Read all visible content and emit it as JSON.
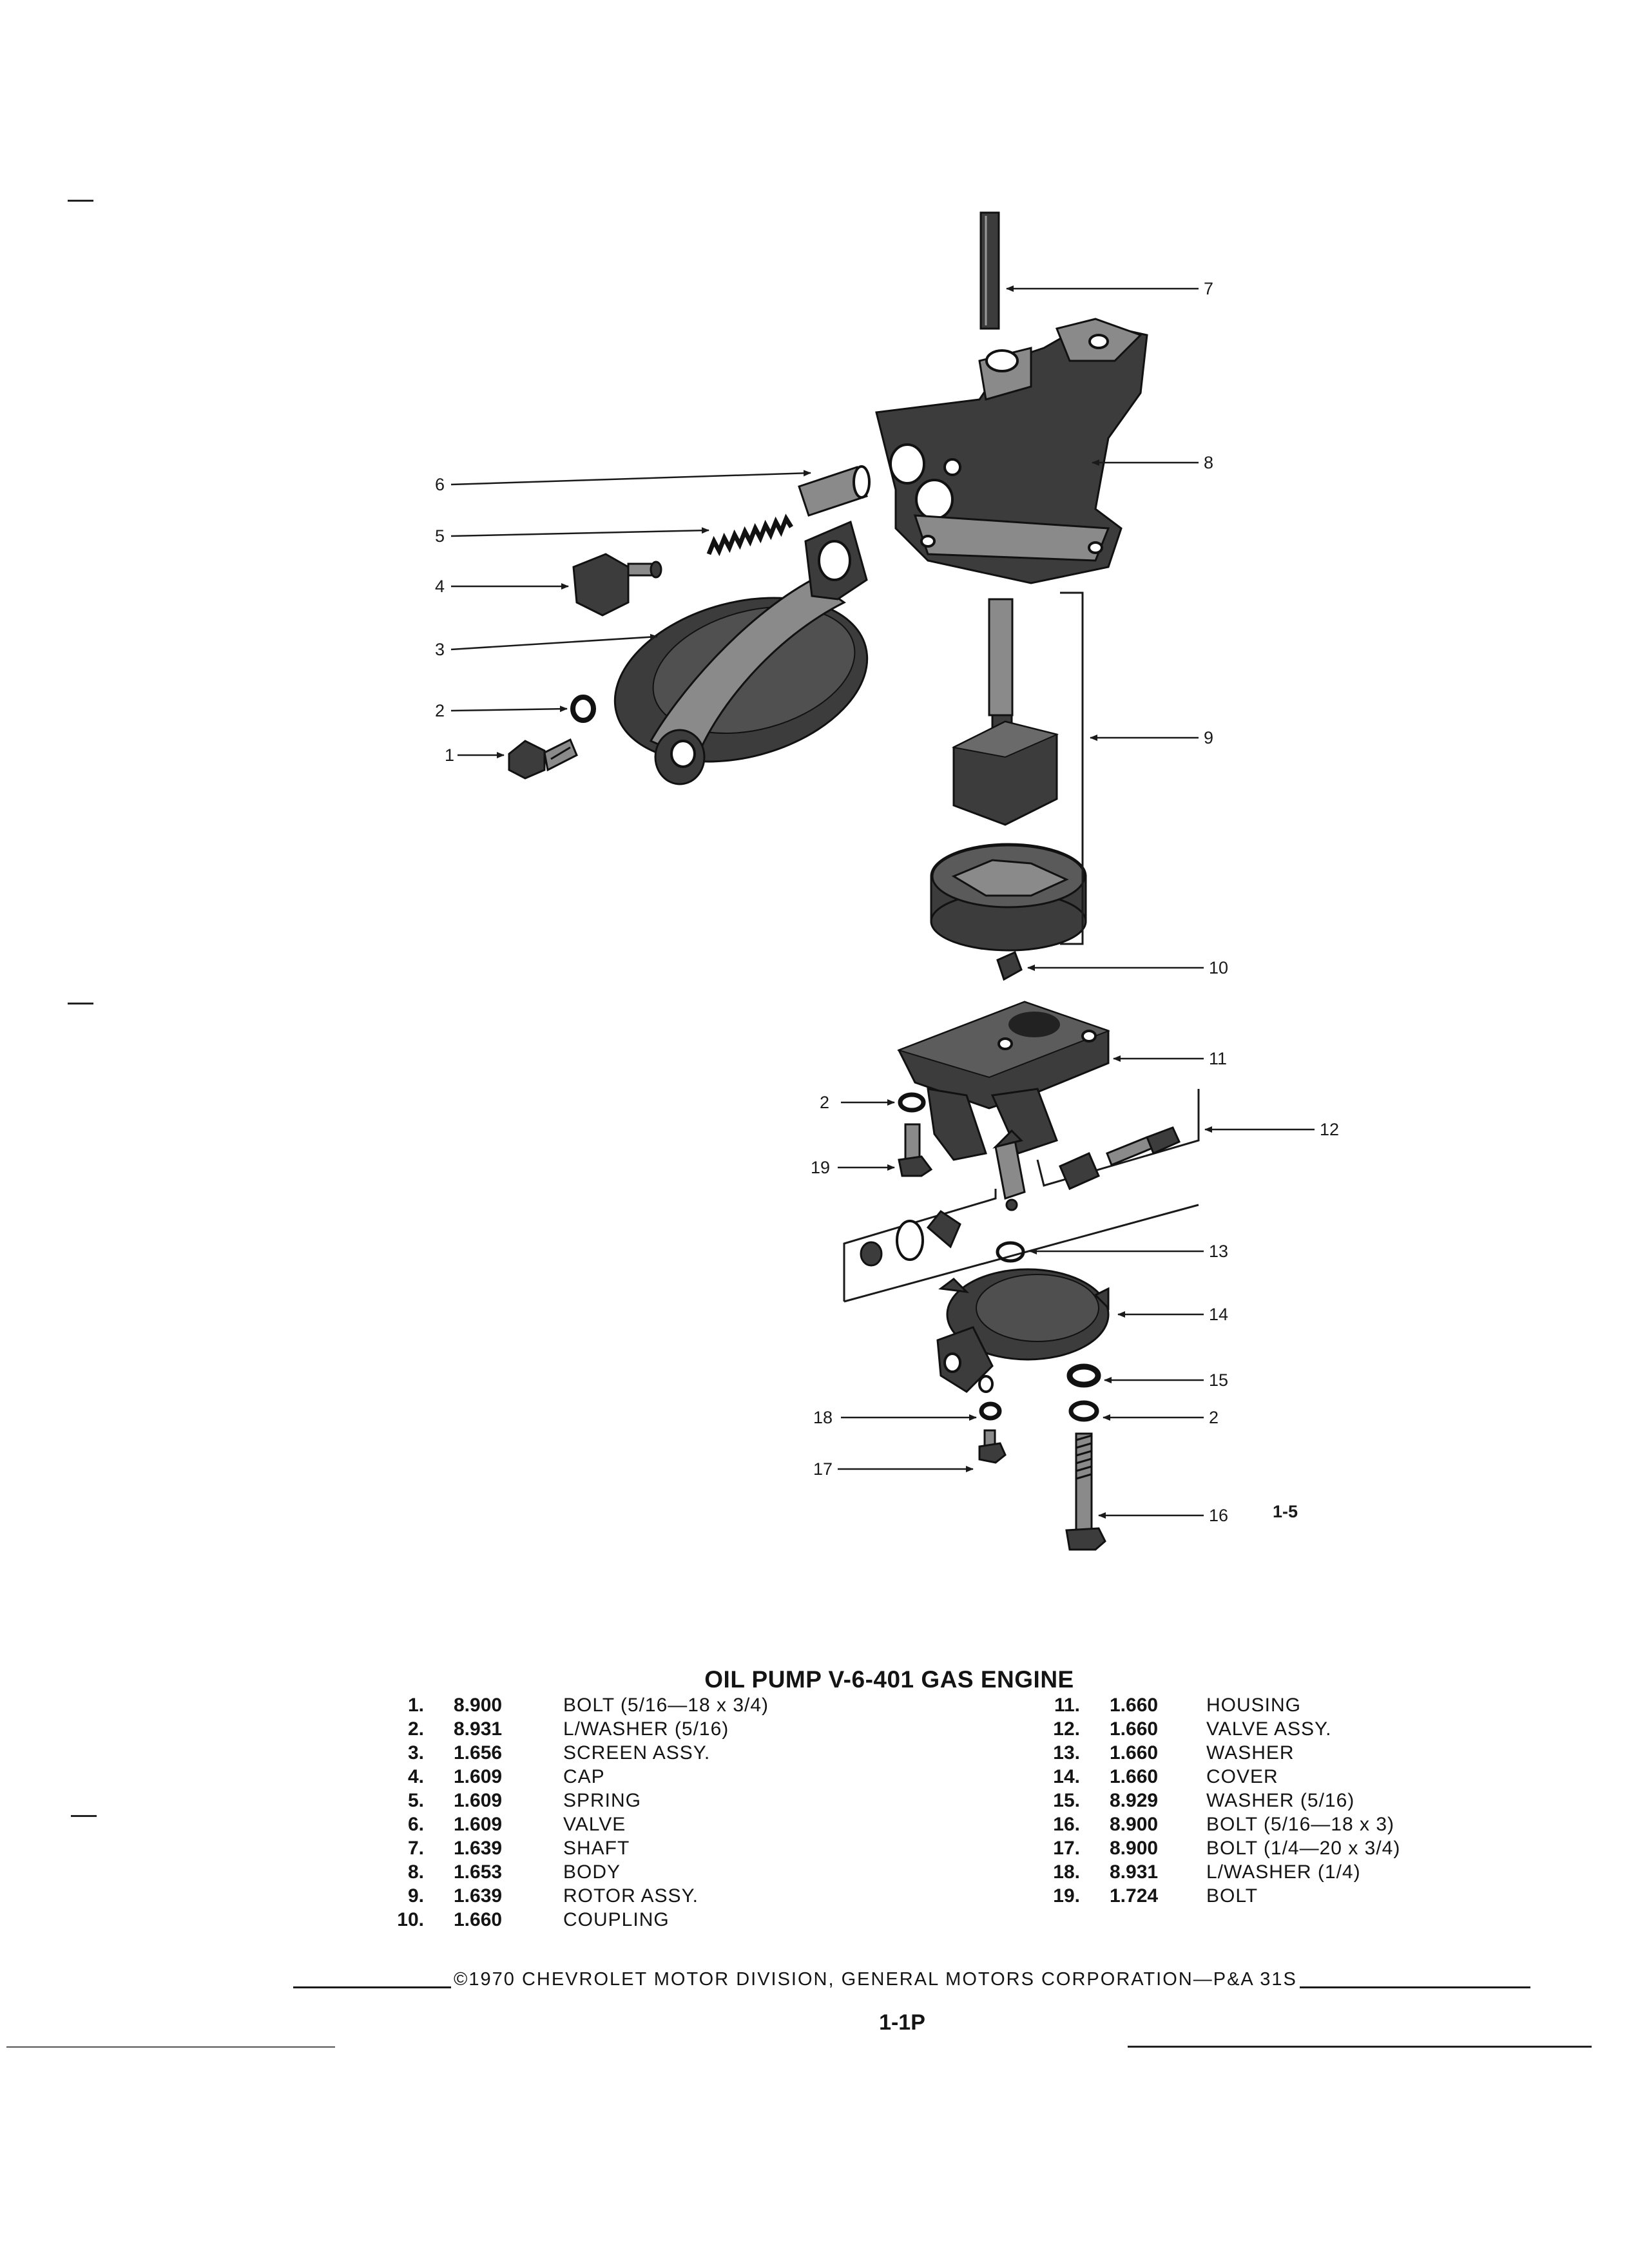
{
  "document": {
    "title": "OIL PUMP V-6-401 GAS ENGINE",
    "figure_ref": "1-5",
    "page_number": "1-1P",
    "copyright": "©1970 CHEVROLET MOTOR DIVISION, GENERAL MOTORS CORPORATION—P&A 31S"
  },
  "callouts": [
    "1",
    "2",
    "3",
    "4",
    "5",
    "6",
    "7",
    "8",
    "9",
    "10",
    "11",
    "2",
    "12",
    "19",
    "13",
    "14",
    "15",
    "18",
    "2",
    "17",
    "16"
  ],
  "parts_left": [
    {
      "num": "1.",
      "group": "8.900",
      "desc": "BOLT (5/16—18 x 3/4)"
    },
    {
      "num": "2.",
      "group": "8.931",
      "desc": "L/WASHER (5/16)"
    },
    {
      "num": "3.",
      "group": "1.656",
      "desc": "SCREEN ASSY."
    },
    {
      "num": "4.",
      "group": "1.609",
      "desc": "CAP"
    },
    {
      "num": "5.",
      "group": "1.609",
      "desc": "SPRING"
    },
    {
      "num": "6.",
      "group": "1.609",
      "desc": "VALVE"
    },
    {
      "num": "7.",
      "group": "1.639",
      "desc": "SHAFT"
    },
    {
      "num": "8.",
      "group": "1.653",
      "desc": "BODY"
    },
    {
      "num": "9.",
      "group": "1.639",
      "desc": "ROTOR ASSY."
    },
    {
      "num": "10.",
      "group": "1.660",
      "desc": "COUPLING"
    }
  ],
  "parts_right": [
    {
      "num": "11.",
      "group": "1.660",
      "desc": "HOUSING"
    },
    {
      "num": "12.",
      "group": "1.660",
      "desc": "VALVE ASSY."
    },
    {
      "num": "13.",
      "group": "1.660",
      "desc": "WASHER"
    },
    {
      "num": "14.",
      "group": "1.660",
      "desc": "COVER"
    },
    {
      "num": "15.",
      "group": "8.929",
      "desc": "WASHER (5/16)"
    },
    {
      "num": "16.",
      "group": "8.900",
      "desc": "BOLT (5/16—18 x 3)"
    },
    {
      "num": "17.",
      "group": "8.900",
      "desc": "BOLT (1/4—20 x 3/4)"
    },
    {
      "num": "18.",
      "group": "8.931",
      "desc": "L/WASHER (1/4)"
    },
    {
      "num": "19.",
      "group": "1.724",
      "desc": "BOLT"
    }
  ]
}
